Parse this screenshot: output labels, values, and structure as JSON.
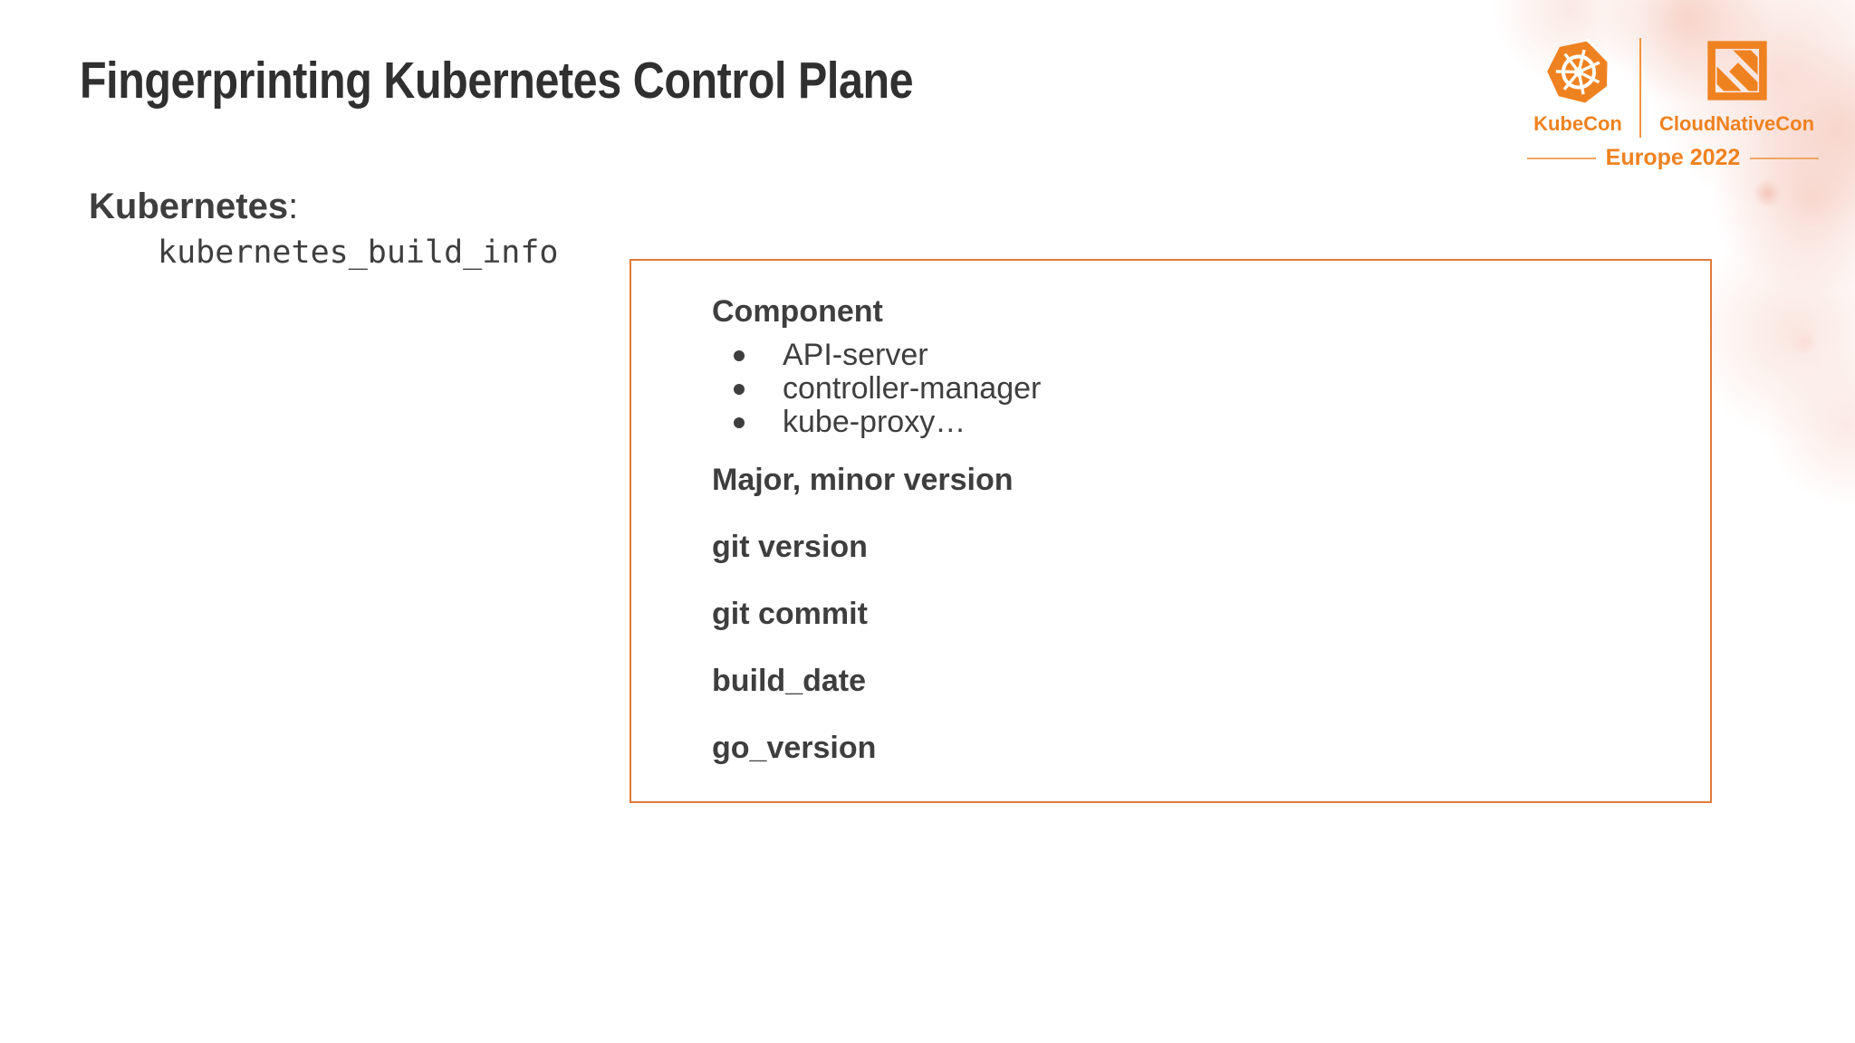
{
  "slide": {
    "title": "Fingerprinting Kubernetes Control Plane"
  },
  "header": {
    "kubecon_label": "KubeCon",
    "cloudnativecon_label": "CloudNativeCon",
    "event_label": "Europe 2022"
  },
  "left_panel": {
    "heading": "Kubernetes",
    "heading_suffix": ":",
    "metric_name": "kubernetes_build_info"
  },
  "info_box": {
    "section_title": "Component",
    "components": [
      "API-server",
      "controller-manager",
      "kube-proxy…"
    ],
    "fields": [
      "Major, minor version",
      "git version",
      "git commit",
      "build_date",
      "go_version"
    ]
  },
  "icons": {
    "kubernetes_helm": "kubernetes-helm-icon",
    "cloudnativecon_cube": "cloudnativecon-cube-icon"
  },
  "colors": {
    "accent_orange": "#EF8220",
    "box_border_orange": "#E07B3C",
    "title_text": "#303030",
    "body_text": "#3E3E3E"
  }
}
